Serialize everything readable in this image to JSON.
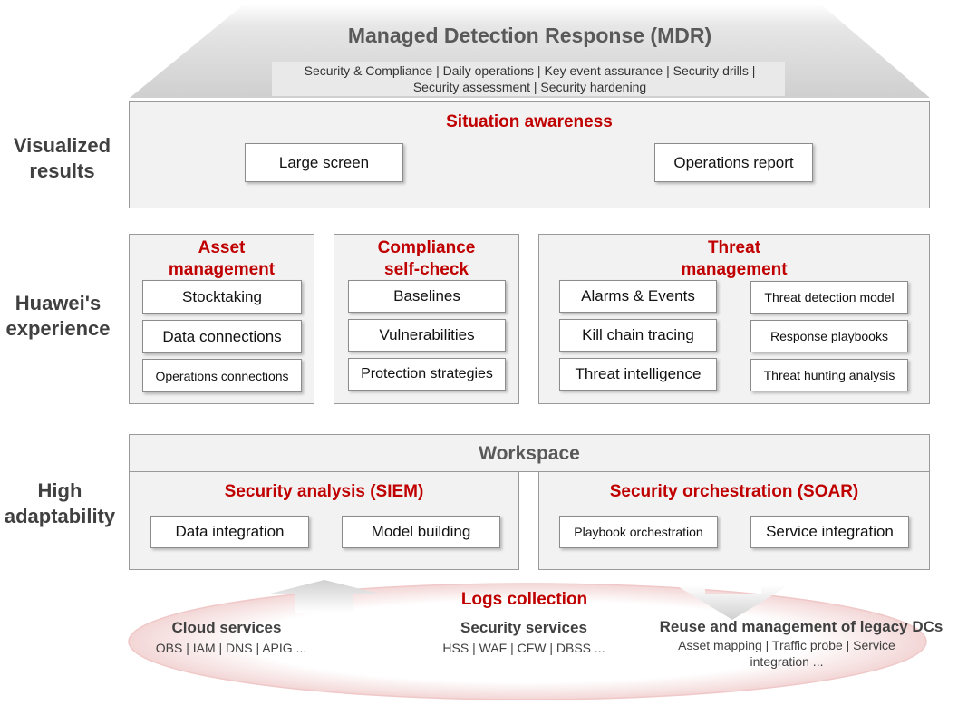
{
  "mdr": {
    "title": "Managed Detection Response (MDR)",
    "services_line1": "Security & Compliance | Daily operations | Key event assurance | Security drills |",
    "services_line2": "Security assessment | Security hardening"
  },
  "side_labels": {
    "visualized_line1": "Visualized",
    "visualized_line2": "results",
    "experience_line1": "Huawei's",
    "experience_line2": "experience",
    "adaptability_line1": "High",
    "adaptability_line2": "adaptability"
  },
  "situation": {
    "title": "Situation awareness",
    "items": [
      "Large screen",
      "Operations report"
    ]
  },
  "asset": {
    "title_line1": "Asset",
    "title_line2": "management",
    "items": [
      "Stocktaking",
      "Data connections",
      "Operations connections"
    ]
  },
  "compliance": {
    "title_line1": "Compliance",
    "title_line2": "self-check",
    "items": [
      "Baselines",
      "Vulnerabilities",
      "Protection strategies"
    ]
  },
  "threat": {
    "title_line1": "Threat",
    "title_line2": "management",
    "left_items": [
      "Alarms & Events",
      "Kill chain tracing",
      "Threat intelligence"
    ],
    "right_items": [
      "Threat detection model",
      "Response playbooks",
      "Threat hunting analysis"
    ]
  },
  "workspace": {
    "title": "Workspace",
    "siem": {
      "title": "Security analysis (SIEM)",
      "items": [
        "Data integration",
        "Model building"
      ]
    },
    "soar": {
      "title": "Security orchestration (SOAR)",
      "items": [
        "Playbook orchestration",
        "Service integration"
      ]
    }
  },
  "logs": {
    "title": "Logs collection",
    "cloud": {
      "title": "Cloud services",
      "detail": "OBS | IAM | DNS | APIG ..."
    },
    "security": {
      "title": "Security services",
      "detail": "HSS | WAF | CFW | DBSS ..."
    },
    "legacy": {
      "title": "Reuse and management of legacy DCs",
      "detail_line1": "Asset mapping | Traffic probe | Service",
      "detail_line2": "integration ..."
    }
  },
  "colors": {
    "accent_red": "#c00000",
    "heading_gray": "#595959",
    "panel_fill": "#f2f2f2"
  }
}
